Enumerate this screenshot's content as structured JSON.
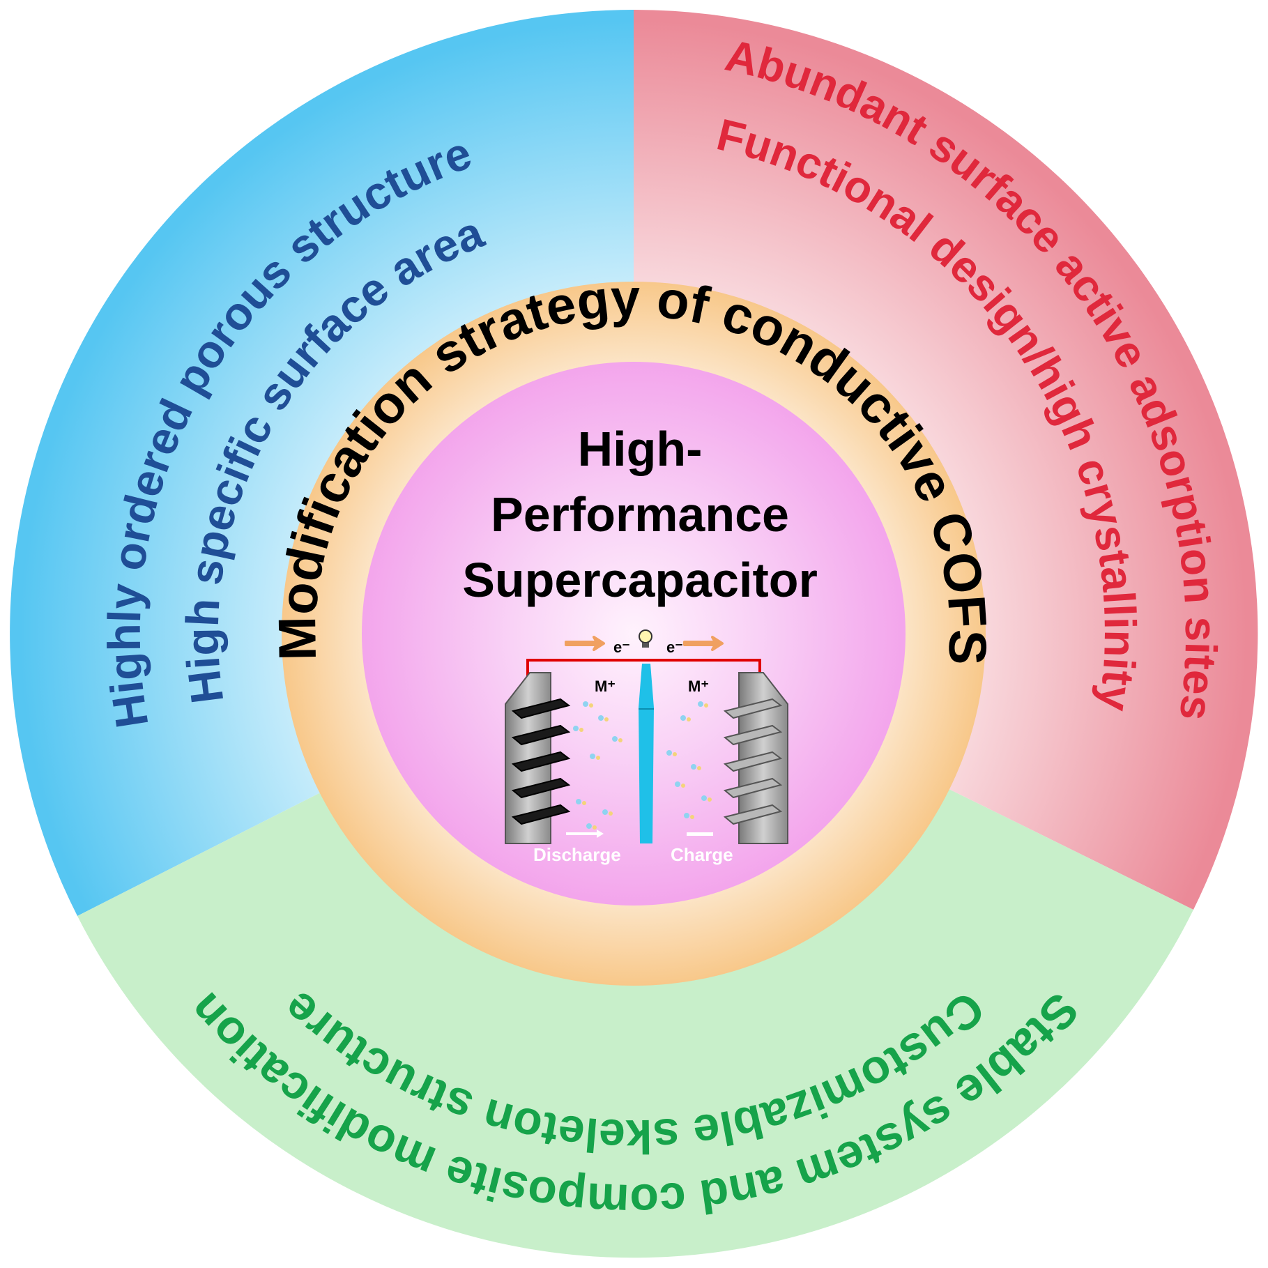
{
  "colors": {
    "blue_text": "#1f4e96",
    "red_text": "#e0283c",
    "green_text": "#16a34a",
    "black_text": "#000000",
    "blue_sector": "#5ac8f2",
    "pink_sector": "#ec8e9c",
    "green_sector": "#c8efca",
    "orange_ring": "#f8c98a",
    "center_pink": "#f4a6ee",
    "circuit_red": "#e00000",
    "separator_cyan": "#1fc0e8",
    "arrow_orange": "#f0a060"
  },
  "sectors": {
    "left": {
      "line1": "Highly ordered porous structure",
      "line2": "High specific surface area"
    },
    "right": {
      "line1": "Abundant surface active adsorption sites",
      "line2": "Functional design/high crystallinity"
    },
    "bottom": {
      "line1": "Customizable skeleton structure",
      "line2": "Stable system and composite modification"
    }
  },
  "ring_text": "Modification strategy of conductive COFS",
  "center": {
    "line1": "High-",
    "line2": "Performance",
    "line3": "Supercapacitor"
  },
  "device": {
    "electron_left": "e⁻",
    "electron_right": "e⁻",
    "cation_left": "M⁺",
    "cation_right": "M⁺",
    "minus_sign": "−",
    "plus_sign": "+",
    "discharge_label": "Discharge",
    "charge_label": "Charge",
    "bulb_icon": "light-bulb-icon"
  }
}
